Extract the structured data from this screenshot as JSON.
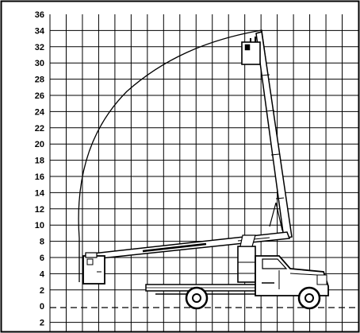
{
  "diagram": {
    "subject": "bucket truck aerial lift working range diagram",
    "y_axis": {
      "ticks": [
        "36",
        "34",
        "32",
        "30",
        "28",
        "26",
        "24",
        "22",
        "20",
        "18",
        "16",
        "14",
        "12",
        "10",
        "8",
        "6",
        "4",
        "2",
        "0",
        "2"
      ]
    },
    "grid": true,
    "ground_line": "dashed"
  }
}
